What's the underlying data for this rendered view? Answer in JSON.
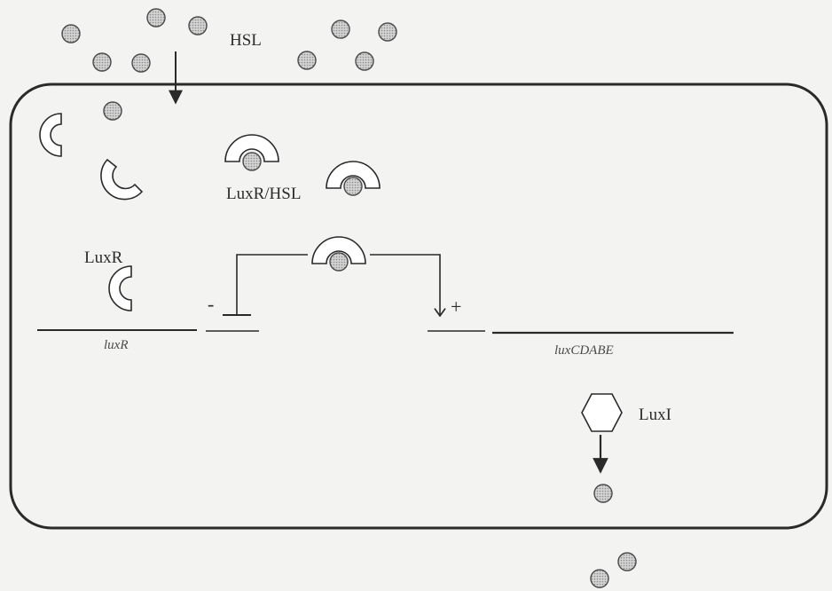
{
  "labels": {
    "hsl": "HSL",
    "luxr_hsl": "LuxR/HSL",
    "luxr": "LuxR",
    "luxi": "LuxI",
    "gene_luxr": "luxR",
    "gene_luxcdabe": "luxCDABE",
    "repression_sign": "-",
    "activation_sign": "+"
  },
  "colors": {
    "line": "#2a2a2a",
    "hsl_fill": "#c6c6c6",
    "shape_fill": "#ffffff",
    "background": "#f3f3f2"
  },
  "icons": {
    "hsl_molecule": "shaded-circle",
    "luxr_protein": "c-shape",
    "luxr_hsl_complex": "half-ring-with-circle",
    "luxi_enzyme": "hexagon"
  }
}
